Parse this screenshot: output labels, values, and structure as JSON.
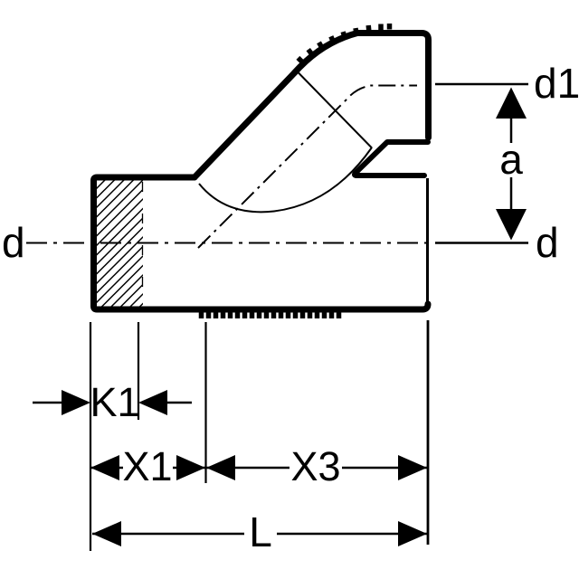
{
  "diagram": {
    "type": "technical-drawing",
    "description": "Cross-section of a 45-degree swept branch pipe fitting with dimension annotations",
    "labels": {
      "pipe_diameter_left": "d",
      "pipe_diameter_right": "d",
      "branch_outlet_diameter": "d1",
      "branch_offset": "a",
      "socket_depth": "K1",
      "dim_x1": "X1",
      "dim_x3": "X3",
      "overall_length": "L"
    },
    "colors": {
      "line": "#000000",
      "background": "#ffffff"
    }
  }
}
